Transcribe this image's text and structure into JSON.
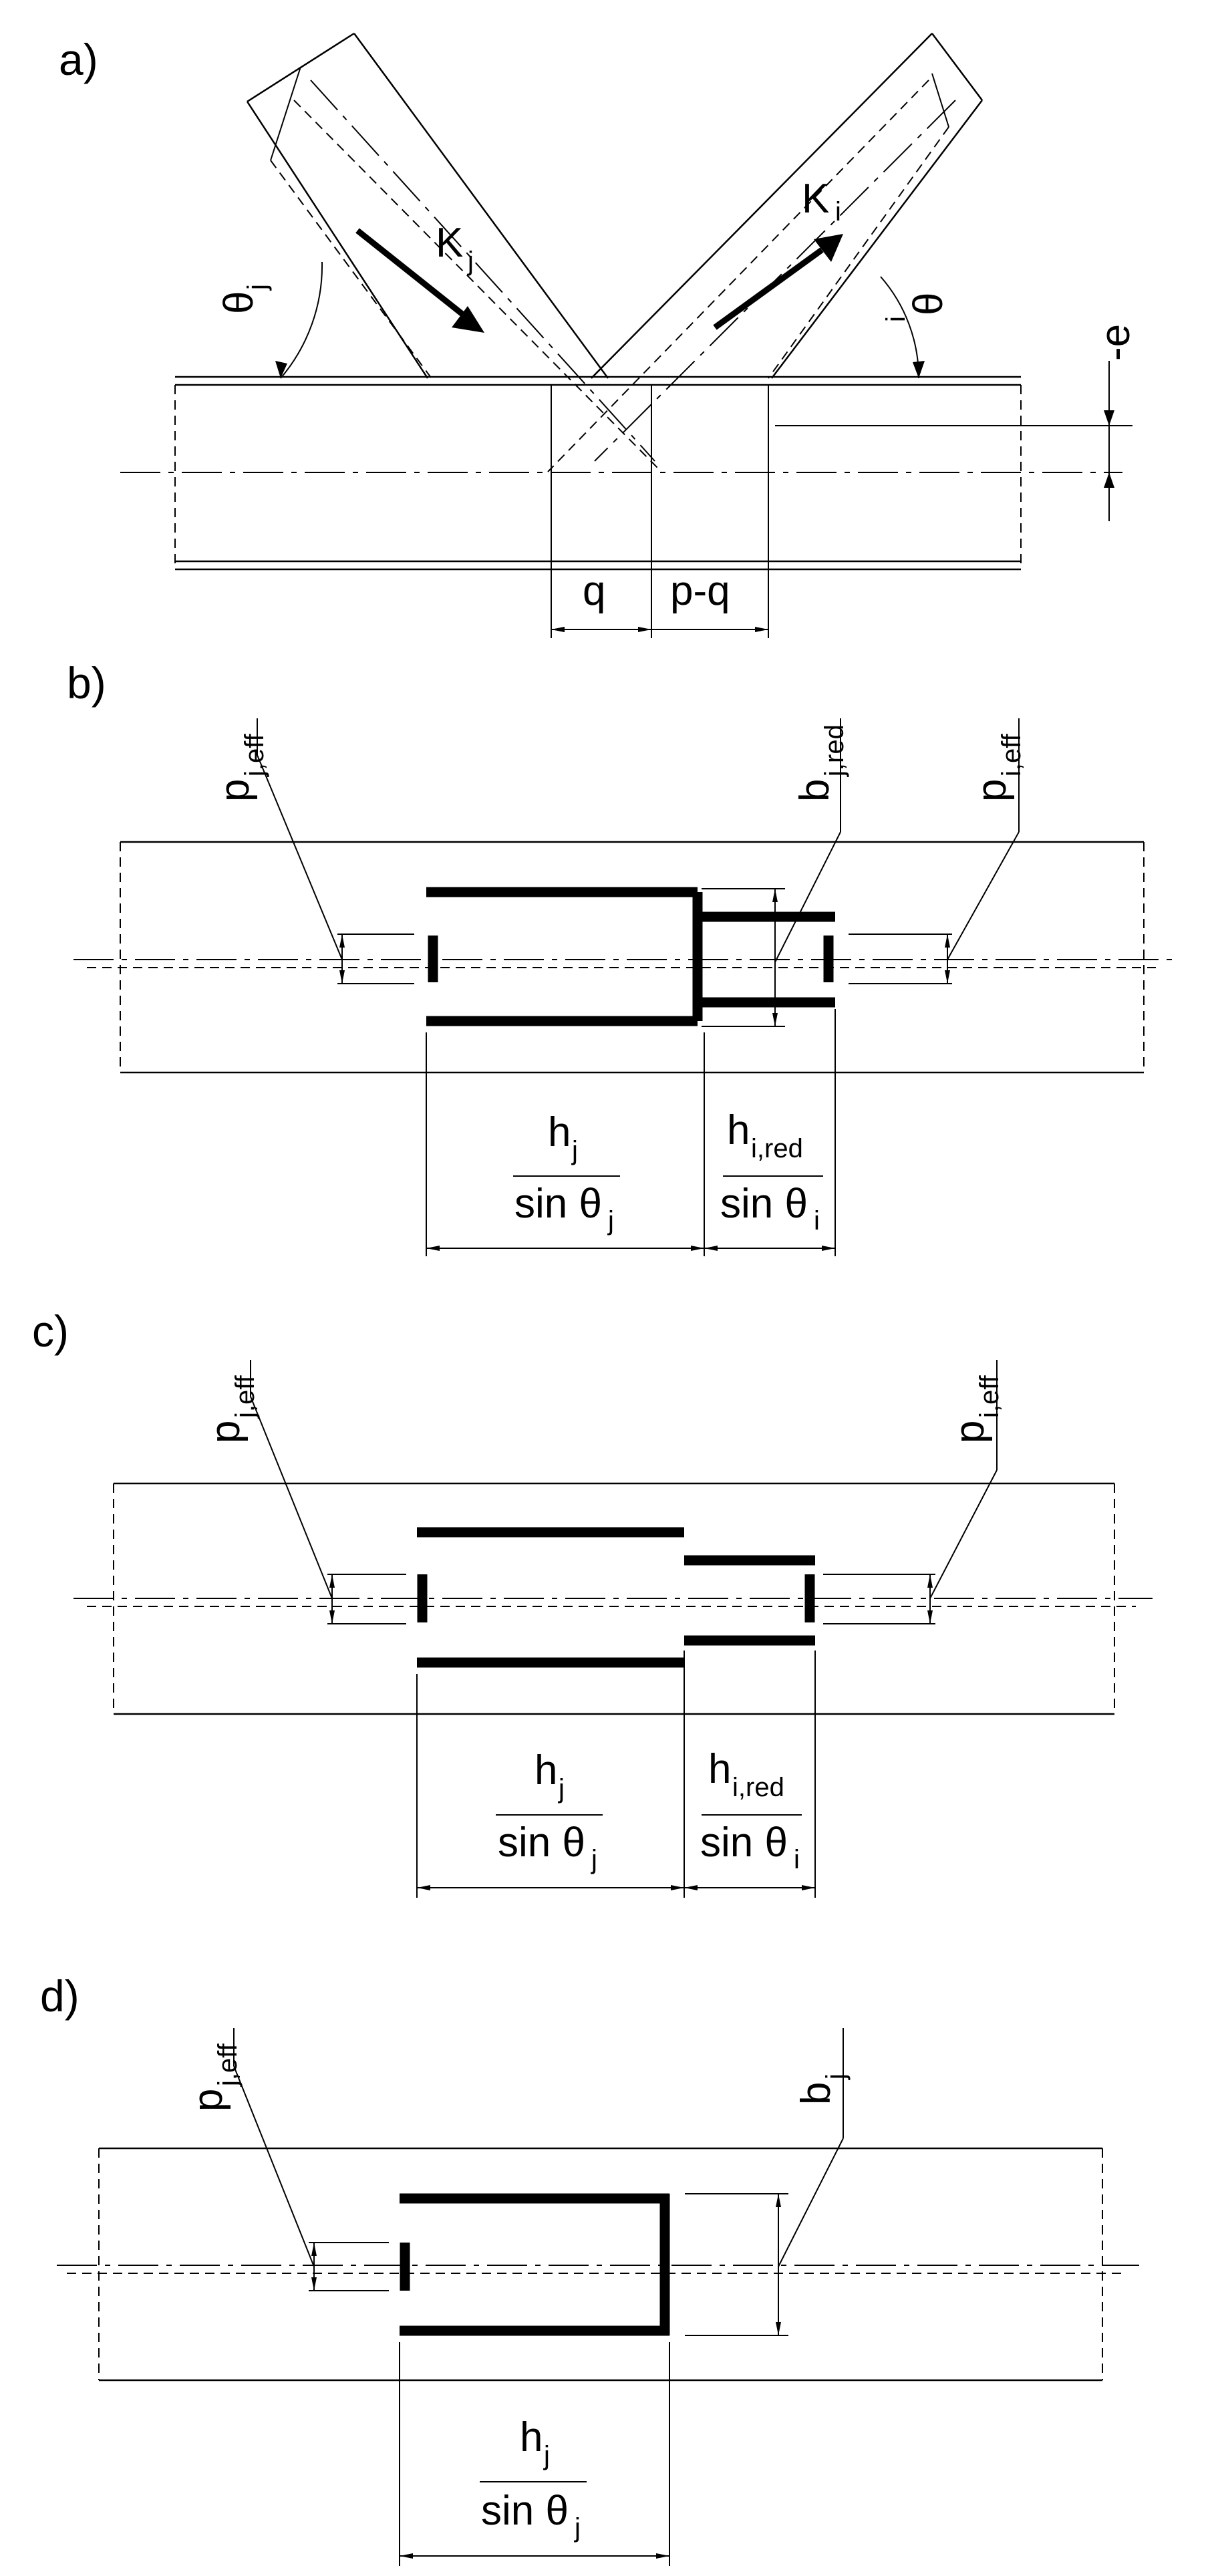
{
  "panels": {
    "a": {
      "label": "a)",
      "theta_j": "θ",
      "theta_j_sub": "j",
      "theta_i": "θ",
      "theta_i_sub": "i",
      "force_j": "K",
      "force_j_sub": "j",
      "force_i": "K",
      "force_i_sub": "i",
      "ecc": "-e",
      "dim_q": "q",
      "dim_pq": "p-q"
    },
    "b": {
      "label": "b)",
      "p_j_eff": "p",
      "p_j_eff_sub": "j,eff",
      "b_j_red": "b",
      "b_j_red_sub": "j,red",
      "p_i_eff": "p",
      "p_i_eff_sub": "i,eff",
      "hj_num": "h",
      "hj_num_sub": "j",
      "hj_den": "sin θ",
      "hj_den_sub": "j",
      "hi_num": "h",
      "hi_num_sub": "i,red",
      "hi_den": "sin θ",
      "hi_den_sub": "i"
    },
    "c": {
      "label": "c)",
      "p_j_eff": "p",
      "p_j_eff_sub": "j,eff",
      "p_i_eff": "p",
      "p_i_eff_sub": "i,eff",
      "hj_num": "h",
      "hj_num_sub": "j",
      "hj_den": "sin θ",
      "hj_den_sub": "j",
      "hi_num": "h",
      "hi_num_sub": "i,red",
      "hi_den": "sin θ",
      "hi_den_sub": "i"
    },
    "d": {
      "label": "d)",
      "p_j_eff": "p",
      "p_j_eff_sub": "j,eff",
      "b_j": "b",
      "b_j_sub": "j",
      "hj_num": "h",
      "hj_num_sub": "j",
      "hj_den": "sin θ",
      "hj_den_sub": "j"
    }
  }
}
